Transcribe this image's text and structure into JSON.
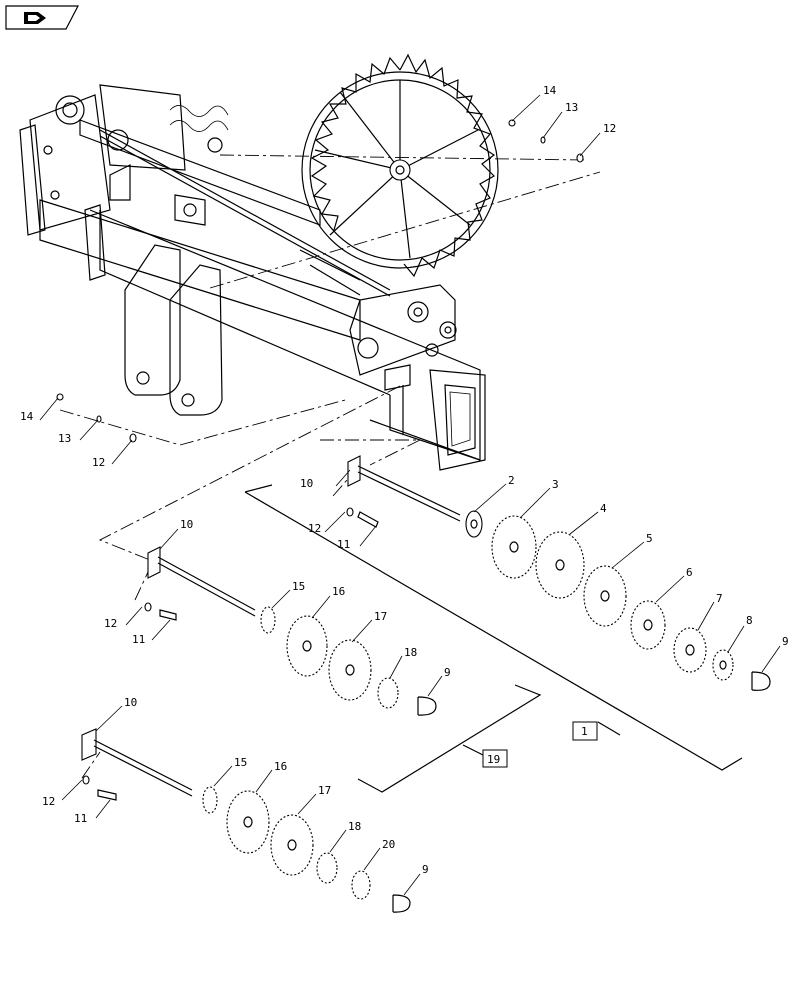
{
  "callouts": {
    "c14a": "14",
    "c13a": "13",
    "c12a": "12",
    "c14b": "14",
    "c13b": "13",
    "c12b": "12",
    "c10a": "10",
    "c12c": "12",
    "c11a": "11",
    "c2": "2",
    "c3": "3",
    "c4": "4",
    "c5": "5",
    "c6": "6",
    "c7": "7",
    "c8": "8",
    "c9a": "9",
    "c10b": "10",
    "c12d": "12",
    "c11b": "11",
    "c15a": "15",
    "c16a": "16",
    "c17a": "17",
    "c18a": "18",
    "c9b": "9",
    "c10c": "10",
    "c12e": "12",
    "c11c": "11",
    "c15b": "15",
    "c16b": "16",
    "c17b": "17",
    "c18b": "18",
    "c20": "20",
    "c9c": "9"
  },
  "boxes": {
    "assembly_1": "1",
    "assembly_19": "19"
  },
  "nav": {
    "icon": "next-page-arrow-icon"
  }
}
